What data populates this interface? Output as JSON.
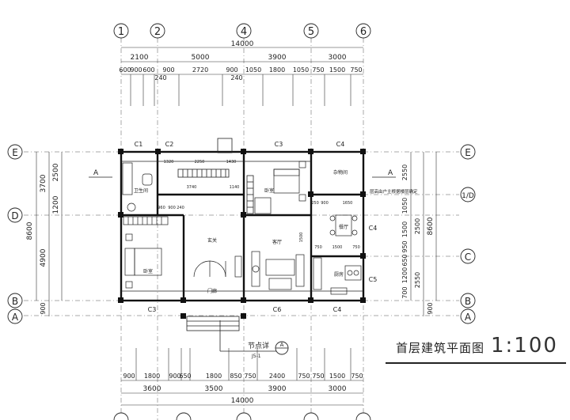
{
  "caption": {
    "title": "首层建筑平面图",
    "scale": "1:100"
  },
  "axes": {
    "vertical": [
      "1",
      "2",
      "4",
      "5",
      "6"
    ],
    "horizontal": [
      "E",
      "D",
      "B",
      "A",
      "C",
      "1/D"
    ]
  },
  "dimensions": {
    "top_total": "14000",
    "top_row1": [
      "2100",
      "5000",
      "3900",
      "3000"
    ],
    "top_row2": [
      "600",
      "900",
      "600",
      "900",
      "2720",
      "900",
      "1050",
      "1800",
      "1050",
      "750",
      "1500",
      "750"
    ],
    "top_sub": "240",
    "left_total": "8600",
    "left_row1": [
      "3700",
      "4900"
    ],
    "left_row2": [
      "2500",
      "1200"
    ],
    "left_bottom": "900",
    "right_total": "8600",
    "right_row1": [
      "2550",
      "1050",
      "1500",
      "950",
      "650",
      "1200",
      "700",
      "2550",
      "2500"
    ],
    "right_bottom": "900",
    "bottom_row2": [
      "900",
      "1800",
      "900",
      "650",
      "1800",
      "850",
      "750",
      "2400",
      "750",
      "750",
      "1500",
      "750"
    ],
    "bottom_row1": [
      "3600",
      "3500",
      "3900",
      "3000"
    ],
    "bottom_total": "14000",
    "inner": [
      "1320",
      "2250",
      "1430",
      "3740",
      "1140",
      "960",
      "900",
      "240",
      "250",
      "900",
      "1650",
      "750",
      "1500",
      "750",
      "1500"
    ]
  },
  "windows": [
    "C1",
    "C2",
    "C3",
    "C4",
    "C4",
    "C5",
    "C3",
    "C6",
    "C4"
  ],
  "rooms": {
    "bath": "卫生间",
    "bedroom_left": "卧室",
    "bedroom_right": "卧室",
    "foyer": "玄关",
    "living": "客厅",
    "kitchen": "厨房",
    "dining": "餐厅",
    "storage": "杂物间",
    "door_label": "门廊",
    "note": "层高由户主根据楼层确定"
  },
  "detail": {
    "label": "节点详",
    "ref": "A",
    "sub": "J5-1"
  },
  "section_mark": "A"
}
